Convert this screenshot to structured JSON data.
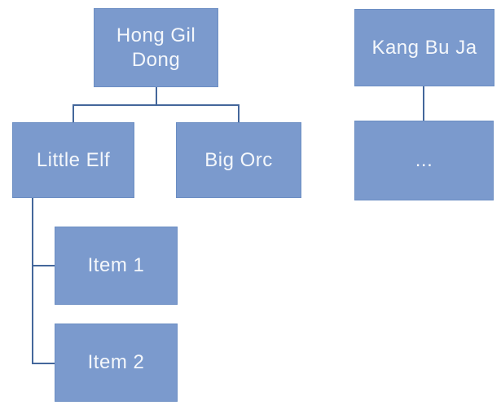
{
  "diagram": {
    "type": "org-chart",
    "colors": {
      "node_fill": "#7b9acd",
      "node_border": "#6c8ec3",
      "connector": "#44679b",
      "node_text": "#f4f7fb"
    },
    "nodes": [
      {
        "id": "hong",
        "label": "Hong Gil Dong"
      },
      {
        "id": "kang",
        "label": "Kang Bu Ja"
      },
      {
        "id": "little",
        "label": "Little Elf"
      },
      {
        "id": "big",
        "label": "Big Orc"
      },
      {
        "id": "dots",
        "label": "..."
      },
      {
        "id": "item1",
        "label": "Item 1"
      },
      {
        "id": "item2",
        "label": "Item 2"
      }
    ],
    "edges": [
      {
        "from": "Hong Gil Dong",
        "to": "Little Elf"
      },
      {
        "from": "Hong Gil Dong",
        "to": "Big Orc"
      },
      {
        "from": "Kang Bu Ja",
        "to": "..."
      },
      {
        "from": "Little Elf",
        "to": "Item 1"
      },
      {
        "from": "Little Elf",
        "to": "Item 2"
      }
    ]
  }
}
